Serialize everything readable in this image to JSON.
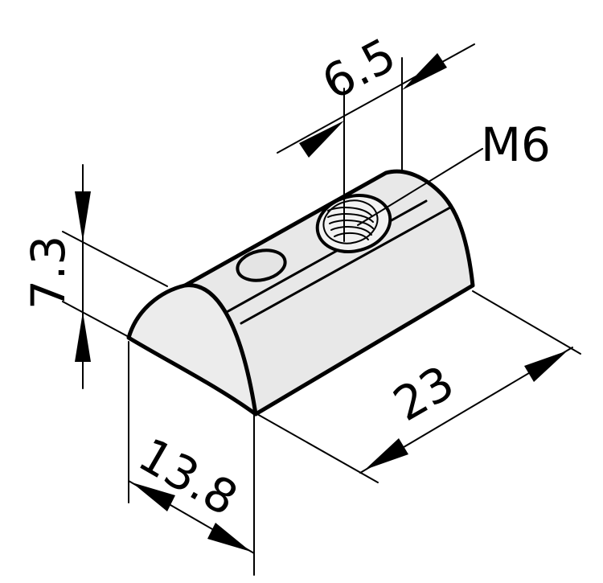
{
  "drawing": {
    "colors": {
      "line": "#000000",
      "part_fill": "#e8e8e8",
      "face_fill": "#ececec",
      "background": "#ffffff"
    },
    "dimensions": {
      "hole_pitch": "6.5",
      "thread": "M6",
      "height": "7.3",
      "length": "23",
      "width": "13.8"
    }
  }
}
